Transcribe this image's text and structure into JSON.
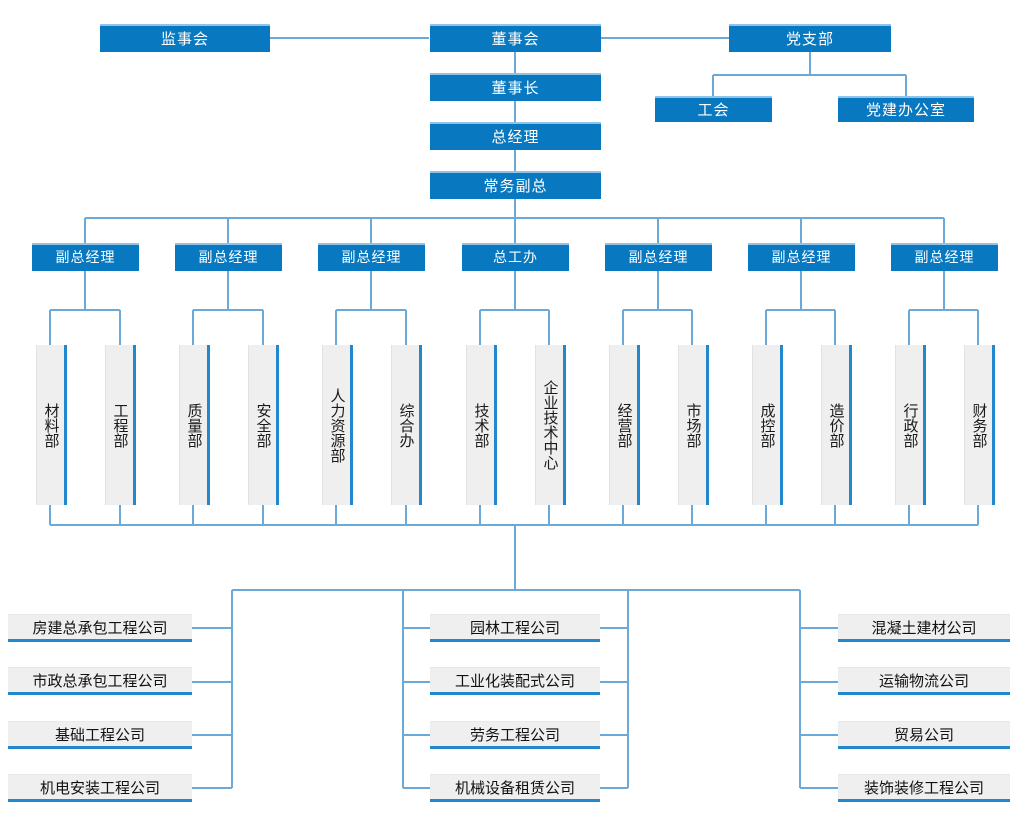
{
  "colors": {
    "accent_blue": "#0878c0",
    "line_blue": "#6aa9d8",
    "edge_blue": "#2387cb",
    "box_grey": "#efefef",
    "text_white": "#ffffff",
    "text_dark": "#111111"
  },
  "executive": {
    "supervisory_board": "监事会",
    "board_of_directors": "董事会",
    "party_branch": "党支部",
    "chairman": "董事长",
    "general_manager": "总经理",
    "executive_deputy_general": "常务副总",
    "labor_union": "工会",
    "party_building_office": "党建办公室"
  },
  "managers": [
    {
      "label": "副总经理"
    },
    {
      "label": "副总经理"
    },
    {
      "label": "副总经理"
    },
    {
      "label": "总工办"
    },
    {
      "label": "副总经理"
    },
    {
      "label": "副总经理"
    },
    {
      "label": "副总经理"
    }
  ],
  "departments": [
    {
      "label": "材料部"
    },
    {
      "label": "工程部"
    },
    {
      "label": "质量部"
    },
    {
      "label": "安全部"
    },
    {
      "label": "人力资源部"
    },
    {
      "label": "综合办"
    },
    {
      "label": "技术部"
    },
    {
      "label": "企业技术中心"
    },
    {
      "label": "经营部"
    },
    {
      "label": "市场部"
    },
    {
      "label": "成控部"
    },
    {
      "label": "造价部"
    },
    {
      "label": "行政部"
    },
    {
      "label": "财务部"
    }
  ],
  "subsidiaries": {
    "left_column": [
      {
        "label": "房建总承包工程公司"
      },
      {
        "label": "市政总承包工程公司"
      },
      {
        "label": "基础工程公司"
      },
      {
        "label": "机电安装工程公司"
      }
    ],
    "middle_column": [
      {
        "label": "园林工程公司"
      },
      {
        "label": "工业化装配式公司"
      },
      {
        "label": "劳务工程公司"
      },
      {
        "label": "机械设备租赁公司"
      }
    ],
    "right_column": [
      {
        "label": "混凝土建材公司"
      },
      {
        "label": "运输物流公司"
      },
      {
        "label": "贸易公司"
      },
      {
        "label": "装饰装修工程公司"
      }
    ]
  }
}
